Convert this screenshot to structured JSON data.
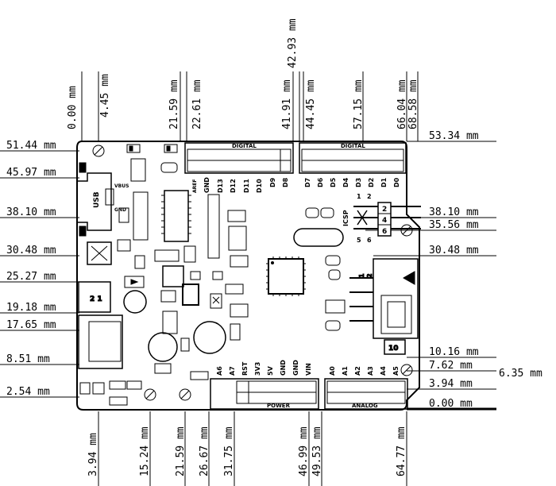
{
  "dimensions": {
    "top": [
      "0.00 mm",
      "4.45 mm",
      "21.59 mm",
      "22.61 mm",
      "41.91 mm",
      "42.93 mm",
      "44.45 mm",
      "57.15 mm",
      "66.04 mm",
      "68.58 mm"
    ],
    "bottom": [
      "3.94 mm",
      "15.24 mm",
      "21.59 mm",
      "26.67 mm",
      "31.75 mm",
      "46.99 mm",
      "49.53 mm",
      "64.77 mm"
    ],
    "left": [
      "51.44 mm",
      "45.97 mm",
      "38.10 mm",
      "30.48 mm",
      "25.27 mm",
      "19.18 mm",
      "17.65 mm",
      "8.51 mm",
      "2.54 mm"
    ],
    "right": [
      "53.34 mm",
      "38.10 mm",
      "35.56 mm",
      "30.48 mm",
      "10.16 mm",
      "7.62 mm",
      "6.35 mm",
      "3.94 mm",
      "0.00 mm"
    ]
  },
  "headers": {
    "digital_left": "DIGITAL",
    "digital_right": "DIGITAL",
    "power": "POWER",
    "analog": "ANALOG"
  },
  "digital_left_pins": [
    "AREF",
    "GND",
    "D13",
    "D12",
    "D11",
    "D10",
    "D9",
    "D8"
  ],
  "digital_right_pins": [
    "D7",
    "D6",
    "D5",
    "D4",
    "D3",
    "D2",
    "D1",
    "D0"
  ],
  "power_pins": [
    "A6",
    "A7",
    "RST",
    "3V3",
    "5V",
    "GND",
    "GND",
    "VIN"
  ],
  "analog_pins": [
    "A0",
    "A1",
    "A2",
    "A3",
    "A4",
    "A5"
  ],
  "icsp": {
    "label": "ICSP",
    "n1": "1",
    "n2": "2",
    "n5": "5",
    "n6": "6",
    "p2": "2",
    "p4": "4",
    "p6": "6"
  },
  "board_labels": {
    "usb": "USB",
    "vbus": "VBUS",
    "gnd": "GND",
    "j21": "2 1",
    "j10": "10",
    "jst1": "1",
    "jst2": "2"
  }
}
